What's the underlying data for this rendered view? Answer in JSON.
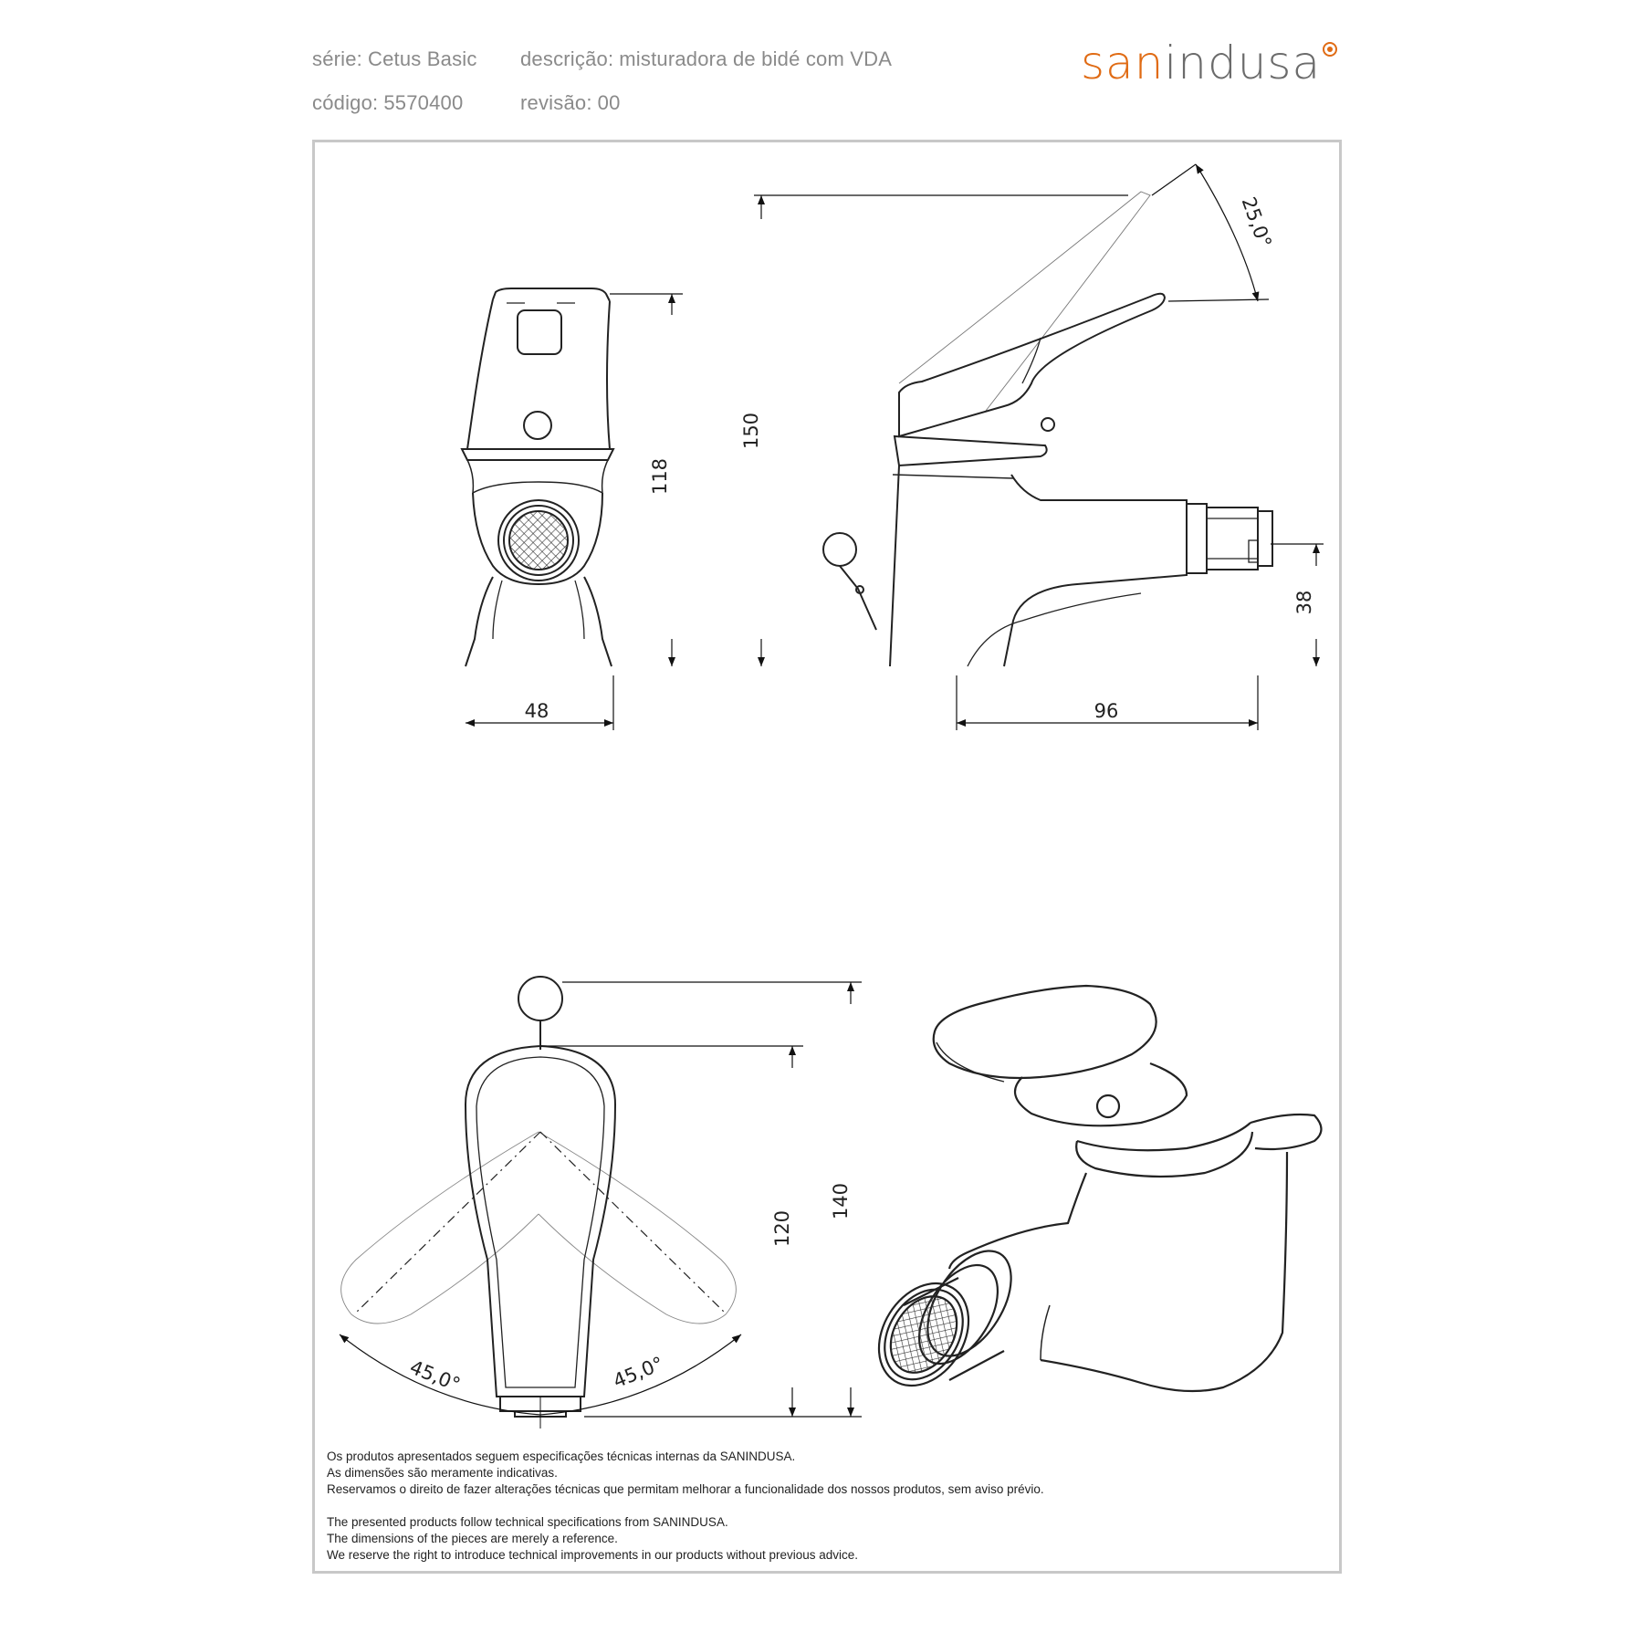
{
  "header": {
    "serie_label": "série:",
    "serie_value": "Cetus Basic",
    "descricao_label": "descrição:",
    "descricao_value": "misturadora de bidé com VDA",
    "codigo_label": "código:",
    "codigo_value": "5570400",
    "revisao_label": "revisão:",
    "revisao_value": "00"
  },
  "logo": {
    "part1": "san",
    "part2": "indusa",
    "brand_color": "#e06b14",
    "text_color": "#6b6b6b"
  },
  "dimensions": {
    "front_height": "118",
    "front_width": "48",
    "side_height": "150",
    "side_reach": "96",
    "side_aerator_height": "38",
    "lever_angle": "25,0°",
    "back_height_lever": "120",
    "back_height_total": "140",
    "rotation_left": "45,0°",
    "rotation_right": "45,0°"
  },
  "notes_pt": [
    "Os produtos apresentados seguem especificações técnicas internas da SANINDUSA.",
    "As dimensões são meramente indicativas.",
    "Reservamos o direito de fazer alterações técnicas que permitam melhorar a funcionalidade dos nossos produtos, sem aviso prévio."
  ],
  "notes_en": [
    "The presented products follow technical specifications from SANINDUSA.",
    "The dimensions of the pieces are merely a reference.",
    "We reserve the right to introduce technical improvements in our products without previous advice."
  ]
}
